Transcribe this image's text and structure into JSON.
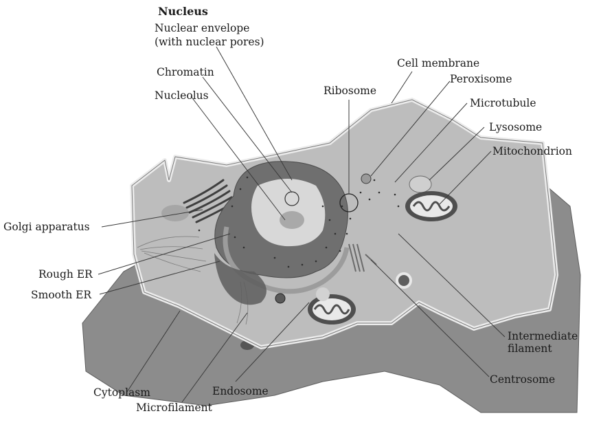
{
  "diagram": {
    "labels": {
      "nucleus": "Nucleus",
      "nuclear_envelope_1": "Nuclear envelope",
      "nuclear_envelope_2": "(with nuclear pores)",
      "chromatin": "Chromatin",
      "nucleolus": "Nucleolus",
      "ribosome": "Ribosome",
      "cell_membrane": "Cell membrane",
      "peroxisome": "Peroxisome",
      "microtubule": "Microtubule",
      "lysosome": "Lysosome",
      "mitochondrion": "Mitochondrion",
      "golgi_apparatus": "Golgi apparatus",
      "rough_er": "Rough ER",
      "smooth_er": "Smooth ER",
      "intermediate_filament_1": "Intermediate",
      "intermediate_filament_2": "filament",
      "centrosome": "Centrosome",
      "cytoplasm": "Cytoplasm",
      "endosome": "Endosome",
      "microfilament": "Microfilament"
    },
    "colors": {
      "extracellular_matrix": "#8c8c8c",
      "cytoplasm": "#bdbdbd",
      "membrane": "#e9e9e9",
      "nucleus": "#6f6f6f",
      "nucleoplasm": "#d6d6d6",
      "dark_organelle": "#5a5a5a"
    }
  }
}
